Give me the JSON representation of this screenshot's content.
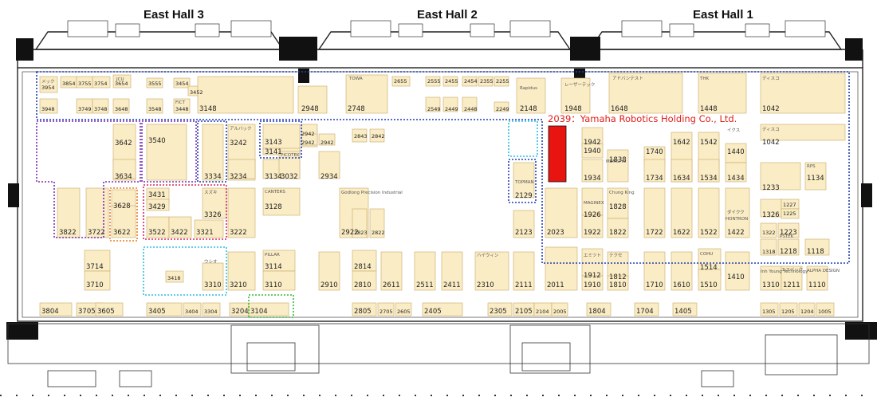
{
  "halls": [
    {
      "name": "East Hall 3"
    },
    {
      "name": "East Hall 2"
    },
    {
      "name": "East Hall 1"
    }
  ],
  "highlight": {
    "booth": "2039",
    "label": "2039：Yamaha Robotics Holding Co., Ltd.",
    "color": "#e8140f"
  },
  "colors": {
    "booth_fill": "#faecc4",
    "booth_stroke": "#c9a96a",
    "blue_dotted": "#1f3fb0",
    "purple_dotted": "#7a2fb5",
    "red_dotted": "#d9285a",
    "cyan_dotted": "#2bbfe0",
    "green_dotted": "#33bb33",
    "orange_dotted": "#f07a1a"
  },
  "booths": [
    {
      "id": "b3954",
      "label": "3954"
    },
    {
      "id": "b3948",
      "label": "3948"
    },
    {
      "id": "b3854",
      "label": "3854"
    },
    {
      "id": "b3755",
      "label": "3755"
    },
    {
      "id": "b3754",
      "label": "3754"
    },
    {
      "id": "b3654",
      "label": "3654"
    },
    {
      "id": "b3555",
      "label": "3555"
    },
    {
      "id": "b3454",
      "label": "3454"
    },
    {
      "id": "b3749",
      "label": "3749"
    },
    {
      "id": "b3748",
      "label": "3748"
    },
    {
      "id": "b3648",
      "label": "3648"
    },
    {
      "id": "b3548",
      "label": "3548"
    },
    {
      "id": "b3448",
      "label": "3448"
    },
    {
      "id": "b3452",
      "label": "3452"
    },
    {
      "id": "b3148",
      "label": "3148"
    },
    {
      "id": "b2948",
      "label": "2948"
    },
    {
      "id": "b2748",
      "label": "2748"
    },
    {
      "id": "b2655",
      "label": "2655"
    },
    {
      "id": "b2555",
      "label": "2555"
    },
    {
      "id": "b2455",
      "label": "2455"
    },
    {
      "id": "b2454",
      "label": "2454"
    },
    {
      "id": "b2355",
      "label": "2355"
    },
    {
      "id": "b2255",
      "label": "2255"
    },
    {
      "id": "b2549",
      "label": "2549"
    },
    {
      "id": "b2449",
      "label": "2449"
    },
    {
      "id": "b2448",
      "label": "2448"
    },
    {
      "id": "b2249",
      "label": "2249"
    },
    {
      "id": "b2148",
      "label": "2148"
    },
    {
      "id": "b1948",
      "label": "1948"
    },
    {
      "id": "b1648",
      "label": "1648"
    },
    {
      "id": "b1448",
      "label": "1448"
    },
    {
      "id": "b1042",
      "label": "1042"
    },
    {
      "id": "b1042b",
      "label": "1042"
    },
    {
      "id": "b3642",
      "label": "3642"
    },
    {
      "id": "b3634",
      "label": "3634"
    },
    {
      "id": "b3540",
      "label": "3540"
    },
    {
      "id": "b3334",
      "label": "3334"
    },
    {
      "id": "b3242",
      "label": "3242"
    },
    {
      "id": "b3234",
      "label": "3234"
    },
    {
      "id": "b3143",
      "label": "3143"
    },
    {
      "id": "b3141",
      "label": "3141"
    },
    {
      "id": "b3134",
      "label": "3134"
    },
    {
      "id": "b2942a",
      "label": "2942"
    },
    {
      "id": "b2942b",
      "label": "2942"
    },
    {
      "id": "b2942c",
      "label": "2942"
    },
    {
      "id": "b2843",
      "label": "2843"
    },
    {
      "id": "b2842",
      "label": "2842"
    },
    {
      "id": "b3032",
      "label": "3032"
    },
    {
      "id": "b2934",
      "label": "2934"
    },
    {
      "id": "b2129",
      "label": "2129"
    },
    {
      "id": "b1942",
      "label": "1942"
    },
    {
      "id": "b1940",
      "label": "1940"
    },
    {
      "id": "b1934",
      "label": "1934"
    },
    {
      "id": "b1838",
      "label": "1838"
    },
    {
      "id": "b1740",
      "label": "1740"
    },
    {
      "id": "b1734",
      "label": "1734"
    },
    {
      "id": "b1642",
      "label": "1642"
    },
    {
      "id": "b1634",
      "label": "1634"
    },
    {
      "id": "b1542",
      "label": "1542"
    },
    {
      "id": "b1534",
      "label": "1534"
    },
    {
      "id": "b1440",
      "label": "1440"
    },
    {
      "id": "b1434",
      "label": "1434"
    },
    {
      "id": "b1233",
      "label": "1233"
    },
    {
      "id": "b1134",
      "label": "1134"
    },
    {
      "id": "b3822",
      "label": "3822"
    },
    {
      "id": "b3722",
      "label": "3722"
    },
    {
      "id": "b3628",
      "label": "3628"
    },
    {
      "id": "b3622",
      "label": "3622"
    },
    {
      "id": "b3431",
      "label": "3431"
    },
    {
      "id": "b3429",
      "label": "3429"
    },
    {
      "id": "b3326",
      "label": "3326"
    },
    {
      "id": "b3522",
      "label": "3522"
    },
    {
      "id": "b3422",
      "label": "3422"
    },
    {
      "id": "b3321",
      "label": "3321"
    },
    {
      "id": "b3222",
      "label": "3222"
    },
    {
      "id": "b3128",
      "label": "3128"
    },
    {
      "id": "b2922",
      "label": "2922"
    },
    {
      "id": "b2823",
      "label": "2823"
    },
    {
      "id": "b2822",
      "label": "2822"
    },
    {
      "id": "b2123",
      "label": "2123"
    },
    {
      "id": "b2023",
      "label": "2023"
    },
    {
      "id": "b1926",
      "label": "1926"
    },
    {
      "id": "b1922",
      "label": "1922"
    },
    {
      "id": "b1828",
      "label": "1828"
    },
    {
      "id": "b1822",
      "label": "1822"
    },
    {
      "id": "b1722",
      "label": "1722"
    },
    {
      "id": "b1622",
      "label": "1622"
    },
    {
      "id": "b1522",
      "label": "1522"
    },
    {
      "id": "b1422",
      "label": "1422"
    },
    {
      "id": "b1326",
      "label": "1326"
    },
    {
      "id": "b1227",
      "label": "1227"
    },
    {
      "id": "b1225",
      "label": "1225"
    },
    {
      "id": "b1322",
      "label": "1322"
    },
    {
      "id": "b1223",
      "label": "1223"
    },
    {
      "id": "b1318",
      "label": "1318"
    },
    {
      "id": "b1218",
      "label": "1218"
    },
    {
      "id": "b1118",
      "label": "1118"
    },
    {
      "id": "b3714",
      "label": "3714"
    },
    {
      "id": "b3710",
      "label": "3710"
    },
    {
      "id": "b3418",
      "label": "3418"
    },
    {
      "id": "b3310",
      "label": "3310"
    },
    {
      "id": "b3210",
      "label": "3210"
    },
    {
      "id": "b3114",
      "label": "3114"
    },
    {
      "id": "b3110",
      "label": "3110"
    },
    {
      "id": "b2910",
      "label": "2910"
    },
    {
      "id": "b2814",
      "label": "2814"
    },
    {
      "id": "b2810",
      "label": "2810"
    },
    {
      "id": "b2611",
      "label": "2611"
    },
    {
      "id": "b2511",
      "label": "2511"
    },
    {
      "id": "b2411",
      "label": "2411"
    },
    {
      "id": "b2310",
      "label": "2310"
    },
    {
      "id": "b2111",
      "label": "2111"
    },
    {
      "id": "b2011",
      "label": "2011"
    },
    {
      "id": "b1912",
      "label": "1912"
    },
    {
      "id": "b1910",
      "label": "1910"
    },
    {
      "id": "b1812",
      "label": "1812"
    },
    {
      "id": "b1810",
      "label": "1810"
    },
    {
      "id": "b1710",
      "label": "1710"
    },
    {
      "id": "b1610",
      "label": "1610"
    },
    {
      "id": "b1514",
      "label": "1514"
    },
    {
      "id": "b1510",
      "label": "1510"
    },
    {
      "id": "b1410",
      "label": "1410"
    },
    {
      "id": "b1310",
      "label": "1310"
    },
    {
      "id": "b1211",
      "label": "1211"
    },
    {
      "id": "b1110",
      "label": "1110"
    },
    {
      "id": "b3804",
      "label": "3804"
    },
    {
      "id": "b3705",
      "label": "3705"
    },
    {
      "id": "b3605",
      "label": "3605"
    },
    {
      "id": "b3405",
      "label": "3405"
    },
    {
      "id": "b3404",
      "label": "3404"
    },
    {
      "id": "b3304",
      "label": "3304"
    },
    {
      "id": "b3204",
      "label": "3204"
    },
    {
      "id": "b3104",
      "label": "3104"
    },
    {
      "id": "b2805",
      "label": "2805"
    },
    {
      "id": "b2705",
      "label": "2705"
    },
    {
      "id": "b2605",
      "label": "2605"
    },
    {
      "id": "b2405",
      "label": "2405"
    },
    {
      "id": "b2305",
      "label": "2305"
    },
    {
      "id": "b2105",
      "label": "2105"
    },
    {
      "id": "b2104",
      "label": "2104"
    },
    {
      "id": "b2005",
      "label": "2005"
    },
    {
      "id": "b1804",
      "label": "1804"
    },
    {
      "id": "b1704",
      "label": "1704"
    },
    {
      "id": "b1405",
      "label": "1405"
    },
    {
      "id": "b1305",
      "label": "1305"
    },
    {
      "id": "b1205",
      "label": "1205"
    },
    {
      "id": "b1204",
      "label": "1204"
    },
    {
      "id": "b1005",
      "label": "1005"
    }
  ],
  "booth_names": [
    {
      "id": "n_meck",
      "label": "メック"
    },
    {
      "id": "n_jcu",
      "label": "JCU"
    },
    {
      "id": "n_fict",
      "label": "FICT"
    },
    {
      "id": "n_towa",
      "label": "TOWA"
    },
    {
      "id": "n_rapidus",
      "label": "Rapidus"
    },
    {
      "id": "n_lasertec",
      "label": "レーザーテック"
    },
    {
      "id": "n_advantest",
      "label": "アドバンテスト"
    },
    {
      "id": "n_thk",
      "label": "THK"
    },
    {
      "id": "n_disco",
      "label": "ディスコ"
    },
    {
      "id": "n_disco2",
      "label": "ディスコ"
    },
    {
      "id": "n_ulvac",
      "label": "アルバック"
    },
    {
      "id": "n_picotek",
      "label": "PICOTEK"
    },
    {
      "id": "n_topman",
      "label": "TOPMAN"
    },
    {
      "id": "n_memspro",
      "label": "MEMSPro"
    },
    {
      "id": "n_ixus",
      "label": "イクス"
    },
    {
      "id": "n_rps",
      "label": "RPS"
    },
    {
      "id": "n_canter",
      "label": "CANTERS"
    },
    {
      "id": "n_suzuki",
      "label": "スズキ"
    },
    {
      "id": "n_godlong",
      "label": "Godlong Precision Industrial"
    },
    {
      "id": "n_maginex",
      "label": "MAGINEX"
    },
    {
      "id": "n_chungking",
      "label": "Chung King"
    },
    {
      "id": "n_hontron",
      "label": "HONTRON"
    },
    {
      "id": "n_dyck",
      "label": "ダイクク"
    },
    {
      "id": "n_pstek",
      "label": "PSTEK"
    },
    {
      "id": "n_pillar",
      "label": "PILLAR"
    },
    {
      "id": "n_ushio",
      "label": "ウシオ"
    },
    {
      "id": "n_hyuwin",
      "label": "ハイウィン"
    },
    {
      "id": "n_emitsu",
      "label": "エミツト"
    },
    {
      "id": "n_techsen",
      "label": "テクセ"
    },
    {
      "id": "n_cohu",
      "label": "COHU"
    },
    {
      "id": "n_alpha",
      "label": "ALPHA DESIGN"
    },
    {
      "id": "n_oneyoung",
      "label": "Inh Young Technology"
    },
    {
      "id": "n_espec",
      "label": "エスペック"
    }
  ]
}
